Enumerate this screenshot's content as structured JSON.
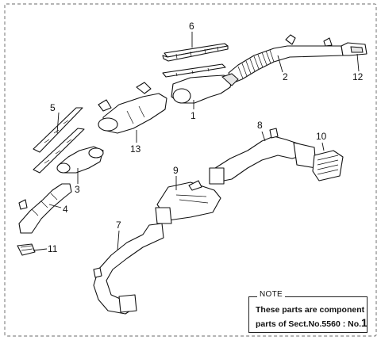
{
  "diagram": {
    "callouts": {
      "p1": "1",
      "p2": "2",
      "p3": "3",
      "p4": "4",
      "p5": "5",
      "p6": "6",
      "p7": "7",
      "p8": "8",
      "p9": "9",
      "p10": "10",
      "p11": "11",
      "p12": "12",
      "p13": "13"
    }
  },
  "note": {
    "title": "NOTE",
    "line1": "These parts are component",
    "line2_prefix": "parts of Sect.No.5560 : No.",
    "line2_number": "1"
  },
  "colors": {
    "line": "#111111",
    "frame": "#888888",
    "background": "#ffffff"
  }
}
